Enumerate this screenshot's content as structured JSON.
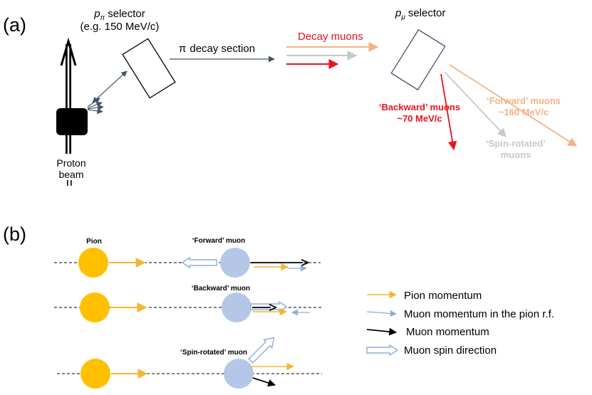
{
  "panel_a": {
    "label": "(a)",
    "ppi_selector": {
      "symbol": "p",
      "subscript": "π",
      "word": "selector",
      "line2": "(e.g. 150 MeV/c)"
    },
    "decay_section": {
      "symbol": "π",
      "text": "decay section"
    },
    "decay_muons": "Decay muons",
    "pmu_selector": {
      "symbol": "p",
      "subscript": "μ",
      "word": "selector"
    },
    "backward_muons": {
      "line1": "‘Backward’ muons",
      "line2": "~70 MeV/c"
    },
    "forward_muons": {
      "line1": "‘Forward’ muons",
      "line2": "~160 MeV/c"
    },
    "spin_rotated_muons": {
      "line1": "‘Spin-rotated’",
      "line2": "muons"
    },
    "proton_beam": {
      "line1": "Proton",
      "line2": "beam"
    }
  },
  "panel_b": {
    "label": "(b)",
    "pion": "Pion",
    "forward_muon": "‘Forward’ muon",
    "backward_muon": "‘Backward’ muon",
    "spin_rotated_muon": "‘Spin-rotated’ muon"
  },
  "legend": {
    "pion_momentum": "Pion momentum",
    "muon_momentum_rf": "Muon momentum in the pion r.f.",
    "muon_momentum": "Muon momentum",
    "muon_spin": "Muon spin direction"
  },
  "colors": {
    "slate": "#44546a",
    "red": "#e8141c",
    "orange": "#f4b183",
    "grey": "#c8c8c8",
    "pion": "#ffc000",
    "pion_arrow": "#f4b630",
    "muon": "#b4c7e7",
    "muon_arrow": "#8faadc",
    "black": "#000000"
  }
}
